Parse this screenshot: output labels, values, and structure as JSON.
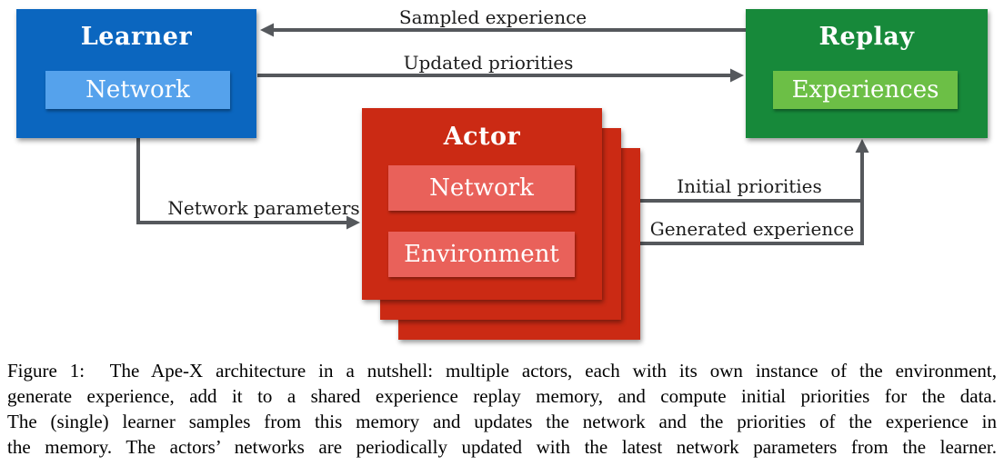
{
  "diagram": {
    "learner": {
      "title": "Learner",
      "inner_label": "Network"
    },
    "replay": {
      "title": "Replay",
      "inner_label": "Experiences"
    },
    "actor": {
      "title": "Actor",
      "inner_top_label": "Network",
      "inner_bottom_label": "Environment"
    },
    "edges": {
      "sampled_experience": {
        "label": "Sampled experience",
        "from": "Replay",
        "to": "Learner"
      },
      "updated_priorities": {
        "label": "Updated priorities",
        "from": "Learner",
        "to": "Replay"
      },
      "network_parameters": {
        "label": "Network parameters",
        "from": "Learner",
        "to": "Actor"
      },
      "initial_priorities": {
        "label": "Initial priorities",
        "from": "Actor",
        "to": "Replay"
      },
      "generated_experience": {
        "label": "Generated experience",
        "from": "Actor",
        "to": "Replay"
      }
    },
    "colors": {
      "learner_bg": "#0b66bf",
      "learner_inner_bg": "#55a2ec",
      "replay_bg": "#17893a",
      "replay_inner_bg": "#6cbf46",
      "actor_bg": "#cb2a14",
      "actor_inner_bg": "#e9615a",
      "arrow": "#55585c",
      "box_text": "#ffffff",
      "label_text": "#1c1c1c"
    }
  },
  "caption": {
    "lines": [
      "Figure 1:  The Ape-X architecture in a nutshell: multiple actors, each with its own instance of the environment,",
      "generate experience, add it to a shared experience replay memory, and compute initial priorities for the data.",
      "The (single) learner samples from this memory and updates the network and the priorities of the experience in",
      "the memory. The actors’ networks are periodically updated with the latest network parameters from the learner."
    ]
  }
}
